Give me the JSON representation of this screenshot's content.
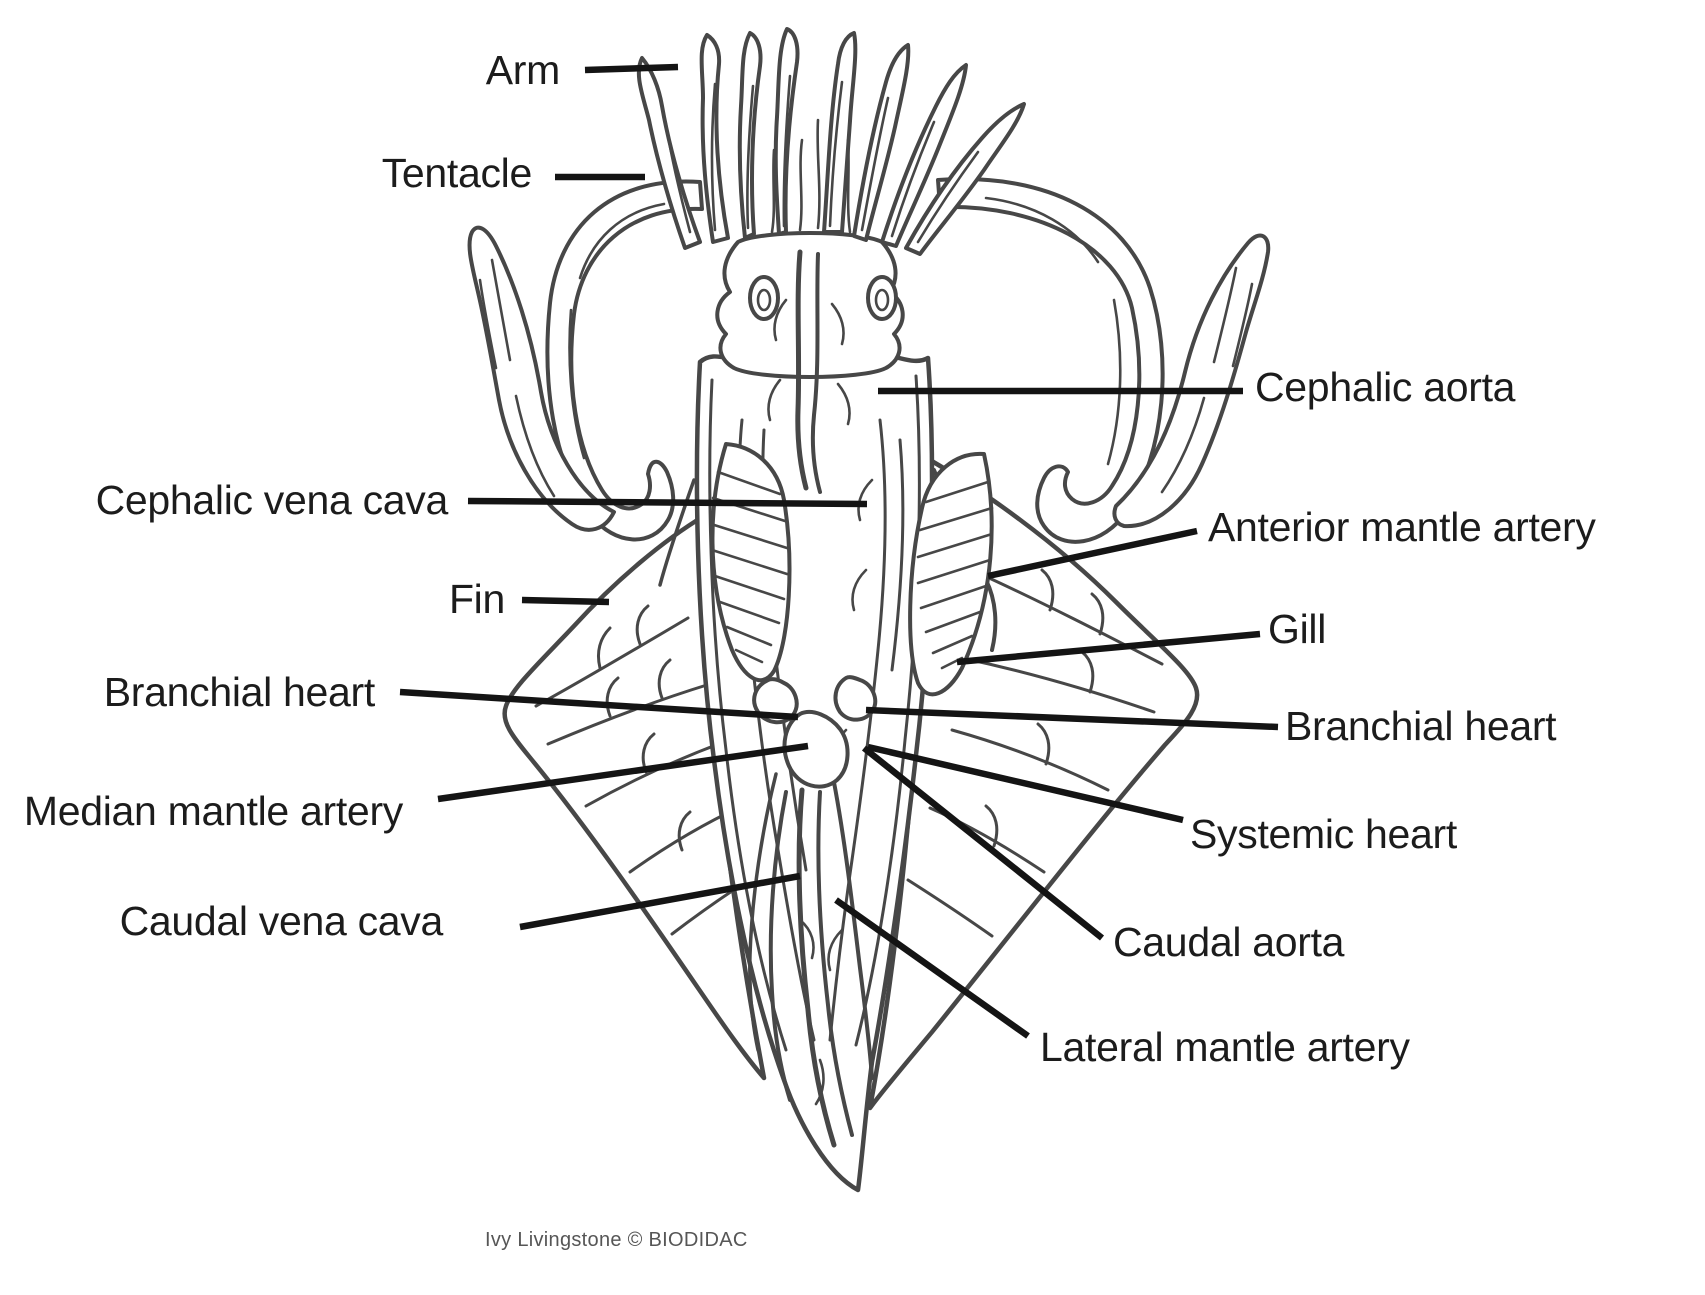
{
  "figure_subject": "Labeled line-drawing of a squid (ventral view) showing the circulatory system",
  "labels": [
    {
      "id": "arm",
      "text": "Arm",
      "side": "left"
    },
    {
      "id": "tentacle",
      "text": "Tentacle",
      "side": "left"
    },
    {
      "id": "cephalic-aorta",
      "text": "Cephalic aorta",
      "side": "right"
    },
    {
      "id": "cephalic-vena-cava",
      "text": "Cephalic vena cava",
      "side": "left"
    },
    {
      "id": "anterior-mantle-artery",
      "text": "Anterior mantle artery",
      "side": "right"
    },
    {
      "id": "fin",
      "text": "Fin",
      "side": "left"
    },
    {
      "id": "gill",
      "text": "Gill",
      "side": "right"
    },
    {
      "id": "branchial-heart-left",
      "text": "Branchial heart",
      "side": "left"
    },
    {
      "id": "branchial-heart-right",
      "text": "Branchial heart",
      "side": "right"
    },
    {
      "id": "median-mantle-artery",
      "text": "Median mantle artery",
      "side": "left"
    },
    {
      "id": "systemic-heart",
      "text": "Systemic heart",
      "side": "right"
    },
    {
      "id": "caudal-vena-cava",
      "text": "Caudal vena cava",
      "side": "left"
    },
    {
      "id": "caudal-aorta",
      "text": "Caudal aorta",
      "side": "right"
    },
    {
      "id": "lateral-mantle-artery",
      "text": "Lateral mantle artery",
      "side": "right"
    }
  ],
  "credit": "Ivy Livingstone © BIODIDAC",
  "colors": {
    "ink": "#474747",
    "leader": "#141414",
    "label_text": "#1c1c1c",
    "credit_text": "#565656",
    "background": "#ffffff"
  }
}
